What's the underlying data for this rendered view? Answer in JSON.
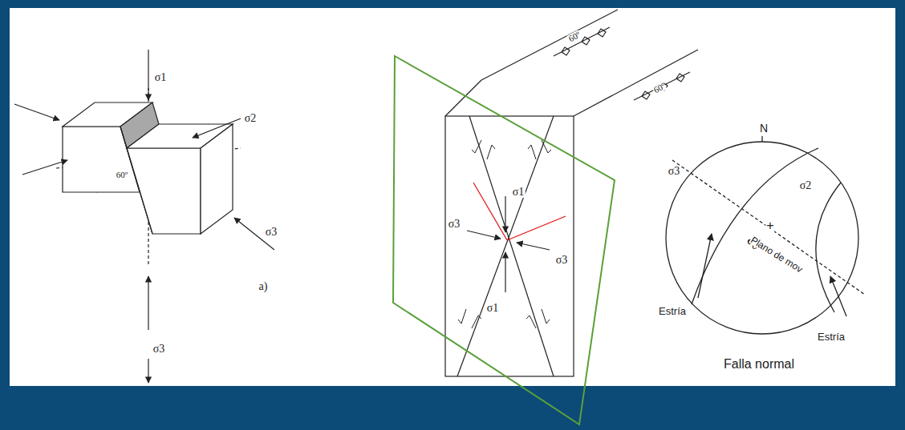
{
  "diagram": {
    "labels": [
      "σ1",
      "σ2",
      "σ3",
      "60º",
      "a)",
      "σ3",
      "60º",
      "60º",
      "σ1",
      "σ3",
      "σ3",
      "σ1",
      "N",
      "σ2",
      "σ3",
      "+",
      "σ1",
      "Plano de mov",
      "Estría",
      "Estría",
      "Falla normal"
    ]
  }
}
